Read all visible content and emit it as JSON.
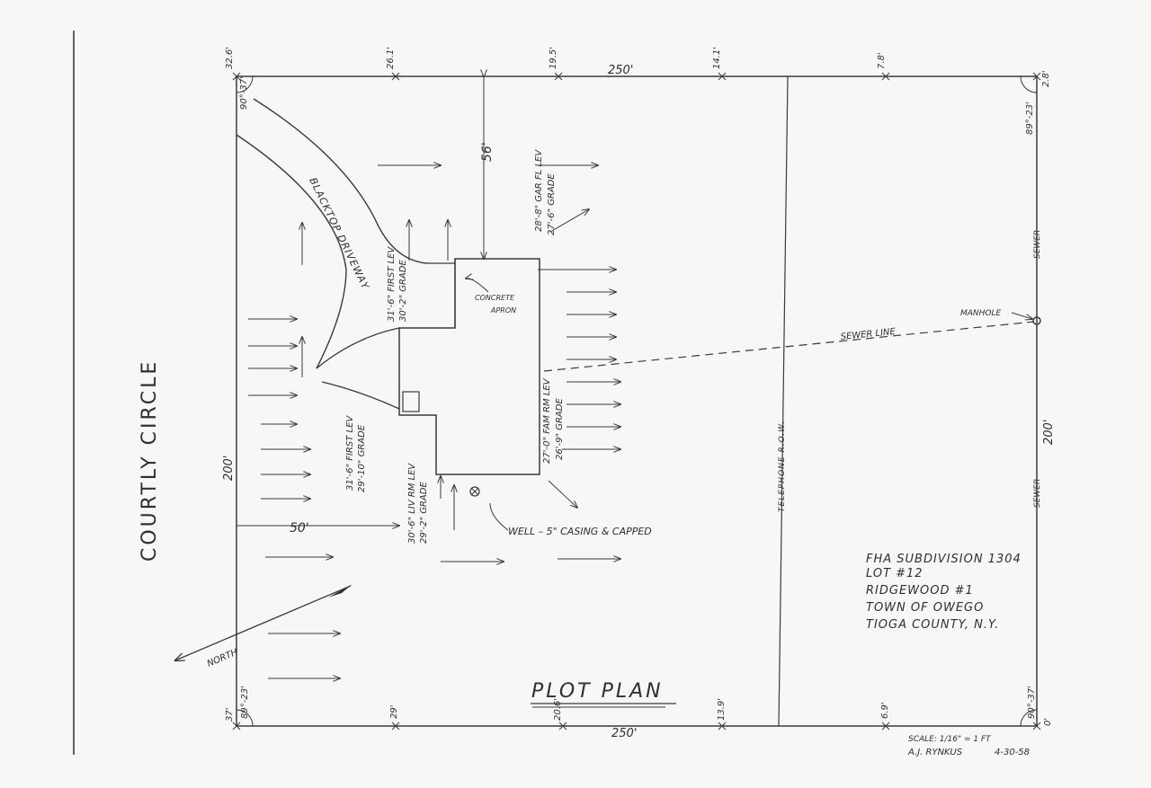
{
  "street": "COURTLY CIRCLE",
  "title": "PLOT PLAN",
  "lot_info": {
    "line1": "FHA SUBDIVISION 1304",
    "line2": "LOT #12",
    "line3": "RIDGEWOOD #1",
    "line4": "TOWN OF OWEGO",
    "line5": "TIOGA COUNTY, N.Y."
  },
  "scale": "SCALE: 1/16\" = 1 FT",
  "drafter": "A.J. RYNKUS",
  "date": "4-30-58",
  "dimensions": {
    "top": "250'",
    "bottom": "250'",
    "left": "200'",
    "right": "200'",
    "setback_front": "50'",
    "setback_side": "56'"
  },
  "angles": {
    "top_left": "90°-37'",
    "top_right": "89°-23'",
    "bottom_left": "89°-23'",
    "bottom_right": "90°-37'"
  },
  "elevations_top": [
    "32.6'",
    "26.1'",
    "19.5'",
    "14.1'",
    "7.8'",
    "2.8'"
  ],
  "elevations_bottom": [
    "37'",
    "29'",
    "20.6'",
    "13.9'",
    "6.9'",
    "0'"
  ],
  "labels": {
    "driveway": "BLACKTOP DRIVEWAY",
    "apron_1": "CONCRETE",
    "apron_2": "APRON",
    "manhole": "MANHOLE",
    "sewer_line": "SEWER LINE",
    "sewer_top": "SEWER",
    "sewer_bottom": "SEWER",
    "telephone": "TELEPHONE R.O.W.",
    "well": "WELL – 5\" CASING & CAPPED",
    "north": "NORTH"
  },
  "elevation_notes": {
    "garage_1": "28'-8\" GAR FL LEV",
    "garage_2": "27'-6\" GRADE",
    "first_top_1": "31'-6\" FIRST LEV",
    "first_top_2": "30'-2\" GRADE",
    "fam_1": "27'-0\" FAM RM LEV",
    "fam_2": "26'-9\" GRADE",
    "first_left_1": "31'-6\" FIRST LEV",
    "first_left_2": "29'-10\" GRADE",
    "liv_1": "30'-6\" LIV RM LEV",
    "liv_2": "29'-2\" GRADE"
  },
  "colors": {
    "ink": "#3a3a3a",
    "paper": "#f7f7f5"
  }
}
